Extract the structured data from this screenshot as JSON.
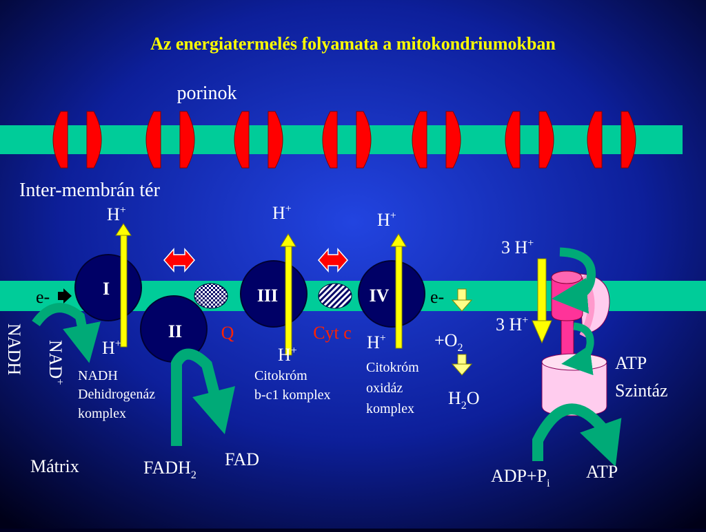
{
  "title": "Az energiatermelés folyamata a mitokondriumokban",
  "labels": {
    "porins": "porinok",
    "intermembrane": "Inter-membrán tér",
    "matrix": "Mátrix",
    "h": "H",
    "plus": "+",
    "e_left": "e-",
    "e_right": "e-",
    "nadh": "NADH",
    "nad": "NAD",
    "q": "Q",
    "cyt_c": "Cyt c",
    "fadh": "FADH",
    "fadh_sub": "2",
    "fad": "FAD",
    "o2_prefix": "+O",
    "o2_sub": "2",
    "h2o_h": "H",
    "h2o_sub": "2",
    "h2o_o": "O",
    "three_h": "3 H",
    "atp_synthase_line1": "ATP",
    "atp_synthase_line2": "Szintáz",
    "adp": "ADP+P",
    "adp_sub": "i",
    "atp": "ATP"
  },
  "complexes": {
    "I": "I",
    "II": "II",
    "III": "III",
    "IV": "IV"
  },
  "captions": {
    "nadh_dh": [
      "NADH",
      "Dehidrogenáz",
      " komplex"
    ],
    "bc1": [
      "Citokróm",
      "b-c1 komplex"
    ],
    "cox": [
      "Citokróm",
      "oxidáz",
      "komplex"
    ]
  },
  "colors": {
    "background_center": "#1a3ad6",
    "background_edge": "#000020",
    "membrane": "#00cc99",
    "porin": "#ff0000",
    "complex": "#000066",
    "proton_arrow": "#ffff00",
    "exchange_arrow": "#ff0000",
    "curved_arrow": "#00aa77",
    "atp_synthase_body": "#ffccee",
    "atp_synthase_stalk": "#ff3399",
    "text": "#ffffff",
    "title": "#ffff00",
    "carrier_label": "#ff2200"
  }
}
